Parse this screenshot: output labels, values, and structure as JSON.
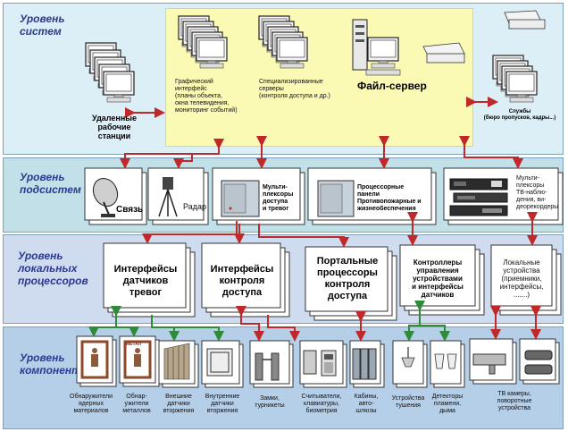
{
  "levels": {
    "systems": "Уровень\nсистем",
    "subsystems": "Уровень\nподсистем",
    "processors": "Уровень\nлокальных\nпроцессоров",
    "components": "Уровень\nкомпонент"
  },
  "systems": {
    "remote": "Удаленные\nрабочие\nстанции",
    "graphic": "Графический\nинтерфейс\n(планы объекта,\nокна телевидения,\nмониторинг событий)",
    "servers": "Специализированные\nсерверы\n(контроля доступа и др.)",
    "fileserver": "Файл-сервер",
    "services": "Службы\n(бюро пропусков, кадры...)"
  },
  "subsystems": {
    "comm": "Связь",
    "radar": "Радар",
    "multiplexers": "Мульти-\nплексоры\nдоступа\nи тревог",
    "panels": "Процессорные\nпанели\nПротивопожарные и\nжизнеобеспечения",
    "tvmux": "Мульти-\nплексоры\nТВ-наблю-\nдения, ви-\nдеорекордеры"
  },
  "processors": {
    "alarm": "Интерфейсы\nдатчиков\nтревог",
    "access": "Интерфейсы\nконтроля\nдоступа",
    "portal": "Портальные\nпроцессоры\nконтроля\nдоступа",
    "controllers": "Контроллеры\nуправления\nустройствами\nи интерфейсы\nдатчиков",
    "local": "Локальные\nустройства\n(приемники,\nинтерфейсы,\n.......)"
  },
  "components": [
    "Обнаружители\nядерных\nматериалов",
    "Обнар-\nужители\nметаллов",
    "Внешние\nдатчики\nвторжения",
    "Внутренние\nдатчики\nвторжения",
    "Замки,\nтурникеты",
    "Считыватели,\nклавиатуры,\nбиометрия",
    "Кабины,\nавто-\nшлюзы",
    "Устройства\nтушения",
    "Детекторы\nпламени,\nдыма",
    "ТВ камеры,\nповоротные\nустройства"
  ],
  "device_labels": {
    "metal": "МЕТАЛ"
  },
  "colors": {
    "red_arrow": "#c0282a",
    "green_arrow": "#2e8b3a",
    "title": "#2b3a8f"
  }
}
